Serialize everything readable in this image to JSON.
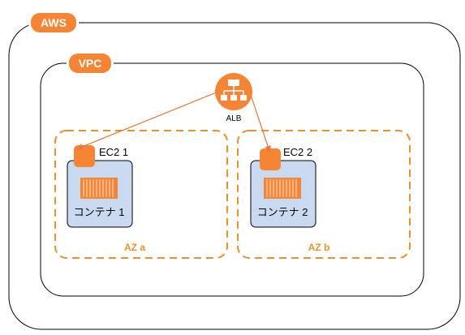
{
  "diagram": {
    "aws": {
      "label": "AWS"
    },
    "vpc": {
      "label": "VPC"
    },
    "alb": {
      "label": "ALB",
      "icon": "load-balancer-icon"
    },
    "az_a": {
      "label": "AZ a"
    },
    "az_b": {
      "label": "AZ b"
    },
    "ec2_1": {
      "label": "EC2 1",
      "icon": "ec2-instance-icon"
    },
    "ec2_2": {
      "label": "EC2 2",
      "icon": "ec2-instance-icon"
    },
    "container_1": {
      "label": "コンテナ 1",
      "icon": "container-icon"
    },
    "container_2": {
      "label": "コンテナ 2",
      "icon": "container-icon"
    }
  },
  "colors": {
    "aws_orange": "#f58534",
    "az_border": "#e8912d",
    "az_label": "#e8912d",
    "container_fill": "#c9daf0",
    "outline": "#000000"
  }
}
